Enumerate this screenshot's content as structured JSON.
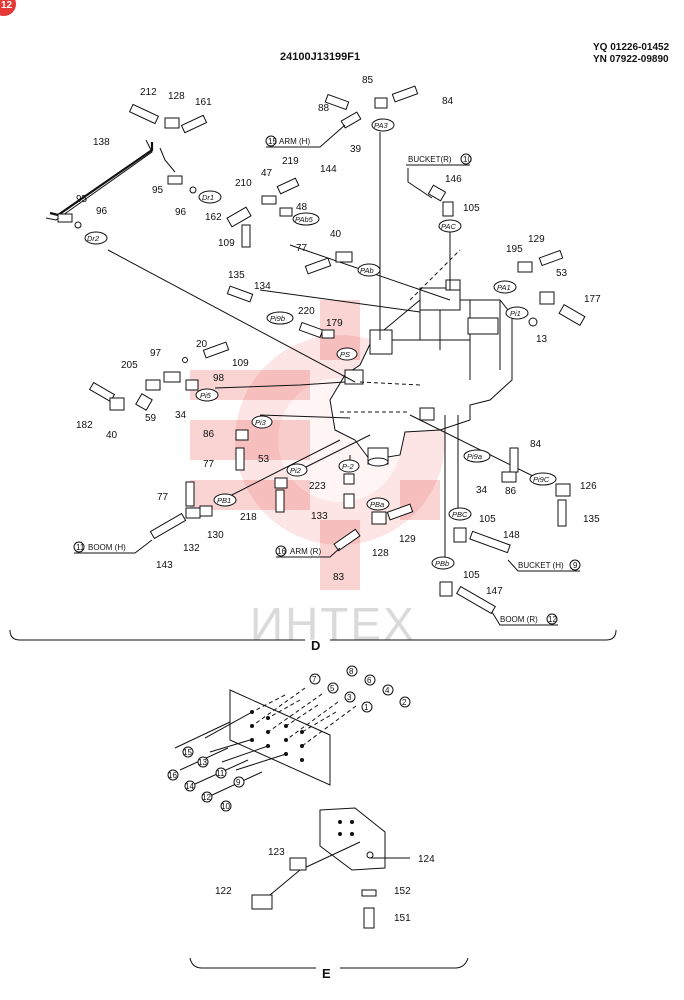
{
  "header": {
    "drawing_no": "24100J13199F1",
    "serial_1": "YQ 01226-01452",
    "serial_2": "YN 07922-09890"
  },
  "badge": {
    "text": "12",
    "color": "#e53935"
  },
  "watermark": {
    "text": "ИНТЕХ",
    "color": "#e53935"
  },
  "section_d": {
    "label": "D",
    "parts": [
      "212",
      "128",
      "161",
      "138",
      "95",
      "96",
      "95",
      "96",
      "210",
      "47",
      "219",
      "48",
      "162",
      "109",
      "85",
      "84",
      "88",
      "39",
      "144",
      "146",
      "105",
      "40",
      "77",
      "195",
      "129",
      "53",
      "177",
      "13",
      "135",
      "134",
      "220",
      "179",
      "20",
      "97",
      "109",
      "205",
      "98",
      "182",
      "40",
      "59",
      "34",
      "86",
      "77",
      "53",
      "223",
      "133",
      "218",
      "77",
      "130",
      "132",
      "143",
      "83",
      "128",
      "129",
      "84",
      "34",
      "86",
      "126",
      "135",
      "105",
      "148",
      "105",
      "147"
    ],
    "ports": [
      "PA3",
      "Dr1",
      "Dr2",
      "PAb5",
      "PAb",
      "PAC",
      "PA1",
      "Pi1",
      "Pi9b",
      "PS",
      "Pi5",
      "Pi3",
      "Pi2",
      "P-2",
      "PB1",
      "PBa",
      "PBC",
      "Pi9a",
      "Pi9C",
      "PBb"
    ],
    "callouts": {
      "arm_h": "ARM (H)",
      "arm_h_no": "15",
      "bucket_r": "BUCKET(R)",
      "bucket_r_no": "10",
      "boom_h": "BOOM (H)",
      "boom_h_no": "11",
      "arm_r": "ARM (R)",
      "arm_r_no": "16",
      "bucket_h": "BUCKET (H)",
      "bucket_h_no": "9",
      "boom_r": "BOOM (R)",
      "boom_r_no": "12"
    }
  },
  "section_e": {
    "label": "E",
    "circled": [
      "7",
      "8",
      "5",
      "6",
      "3",
      "4",
      "1",
      "2",
      "15",
      "13",
      "11",
      "9",
      "16",
      "14",
      "12",
      "10"
    ],
    "parts": [
      "123",
      "124",
      "122",
      "152",
      "151"
    ]
  }
}
